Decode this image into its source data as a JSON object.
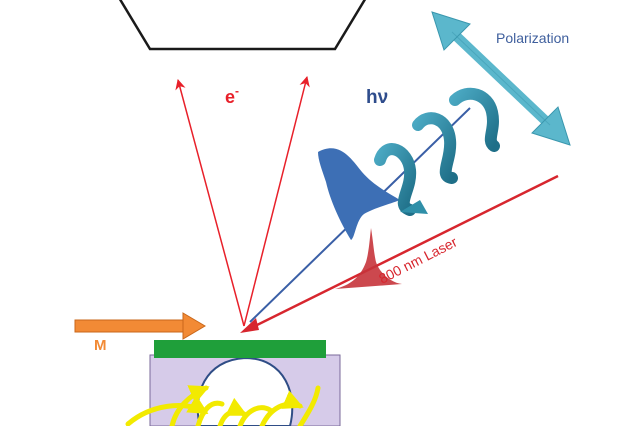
{
  "labels": {
    "electron_base": "e",
    "electron_sup": "-",
    "photon": "hν",
    "polarization": "Polarization",
    "laser": "800 nm Laser",
    "magnetization": "M"
  },
  "colors": {
    "electron_arrow": "#e8202a",
    "laser": "#d7262e",
    "photon_beam": "#3a5fa6",
    "pulse_fill": "#3d6fb5",
    "helix": "#2f8fa8",
    "polarization_arrow": "#5bb7cc",
    "polarization_text": "#3f5f9d",
    "photon_text": "#2e4c8c",
    "magnet_arrow": "#f28a35",
    "sample": "#1f9f3a",
    "magnet_body": "#d6cbe9",
    "field_lines": "#f2ea00"
  },
  "icons": [
    "detector-hexagon",
    "electron-arrow",
    "laser-beam",
    "photon-pulse",
    "polarization-arrow",
    "magnetization-arrow",
    "sample-plate",
    "magnet-coil",
    "field-lines"
  ]
}
